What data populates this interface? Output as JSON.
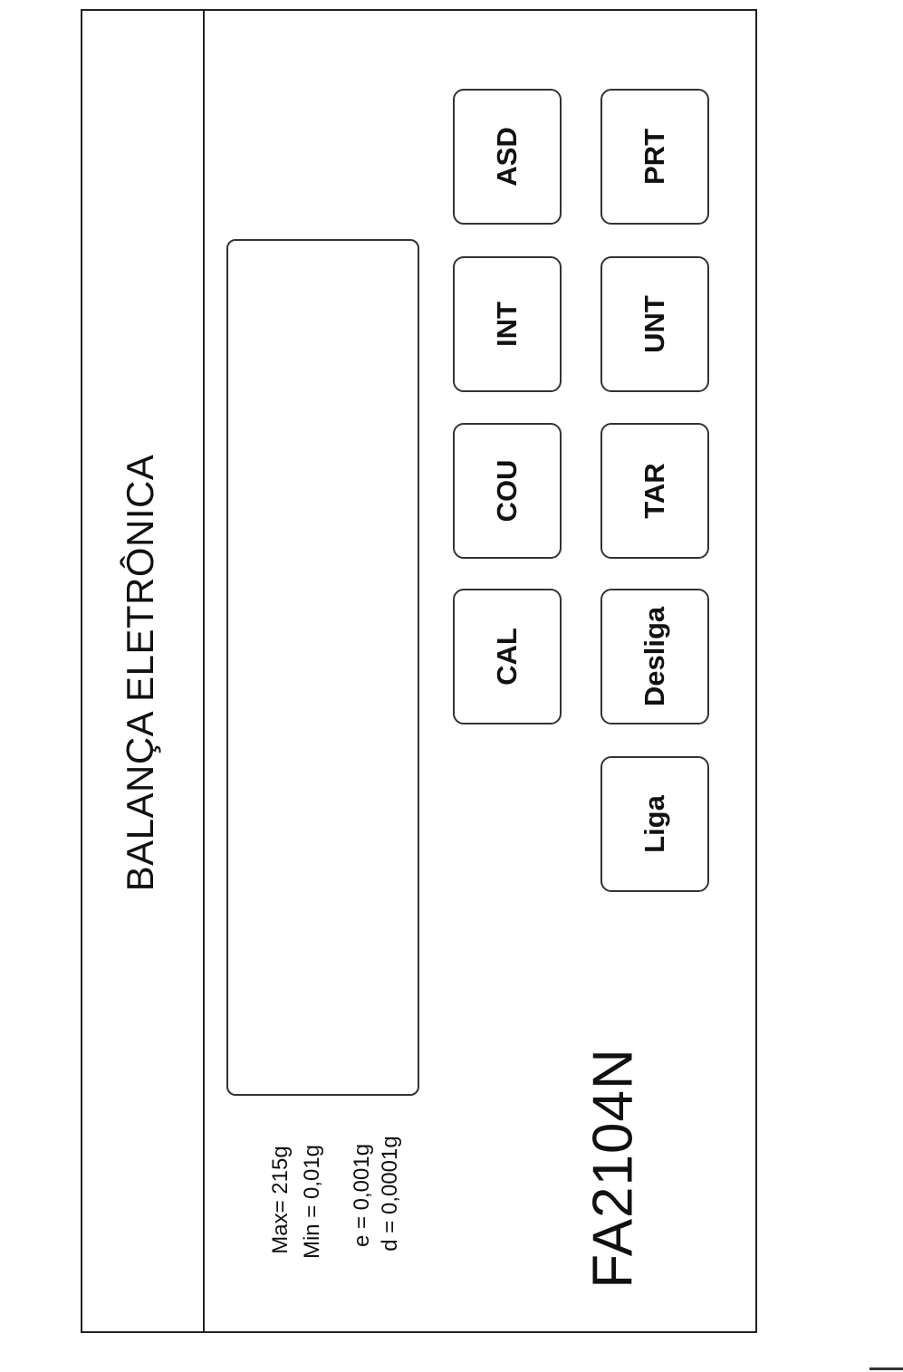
{
  "title": "BALANÇA ELETRÔNICA",
  "model": "FA2104N",
  "specs": {
    "max": "Max= 215g",
    "min": "Min = 0,01g",
    "e": "e =  0,001g",
    "d": "d = 0,0001g"
  },
  "display": {
    "value": ""
  },
  "buttons": {
    "asd": "ASD",
    "int": "INT",
    "cou": "COU",
    "cal": "CAL",
    "prt": "PRT",
    "unt": "UNT",
    "tar": "TAR",
    "desliga": "Desliga",
    "liga": "Liga"
  }
}
